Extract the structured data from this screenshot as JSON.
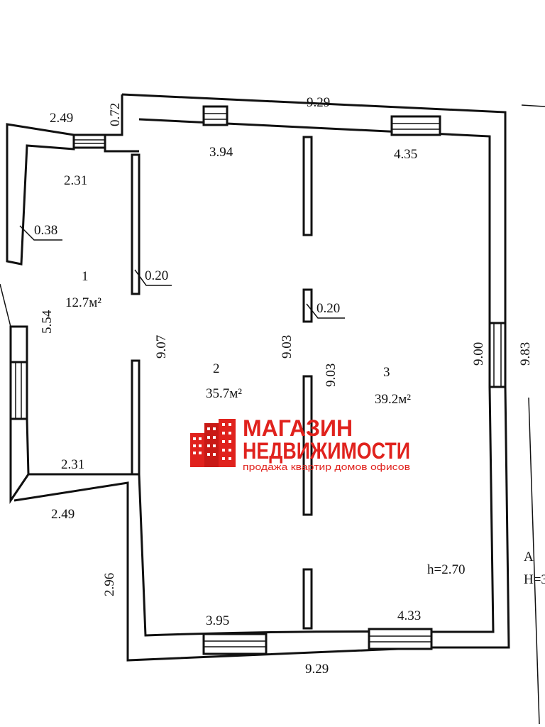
{
  "dimensions": {
    "top_wall": "9.29",
    "top_left_segment": "3.94",
    "top_right_segment": "4.35",
    "bottom_wall": "9.29",
    "bottom_left_segment": "3.95",
    "bottom_right_segment": "4.33",
    "right_outer": "9.83",
    "right_inner": "9.00",
    "partition_1_2": "9.07",
    "partition_2_3_left": "9.03",
    "partition_2_3_right": "9.03",
    "left_room_height": "5.54",
    "left_top_outer": "2.49",
    "left_top_inner": "2.31",
    "left_bottom_inner": "2.31",
    "left_bottom_outer": "2.49",
    "left_lower_wall": "2.96",
    "notch": "0.72",
    "wall_thickness_outer": "0.38",
    "wall_thickness_partition_1": "0.20",
    "wall_thickness_partition_2": "0.20"
  },
  "rooms": [
    {
      "number": "1",
      "area": "12.7м²"
    },
    {
      "number": "2",
      "area": "35.7м²"
    },
    {
      "number": "3",
      "area": "39.2м²"
    }
  ],
  "ceiling_height": "h=2.70",
  "side_note": {
    "letter": "A",
    "height_partial": "H=3"
  },
  "watermark": {
    "line1": "МАГАЗИН",
    "line2": "НЕДВИЖИМОСТИ",
    "tagline": "продажа квартир домов офисов",
    "color": "#e0221d"
  }
}
